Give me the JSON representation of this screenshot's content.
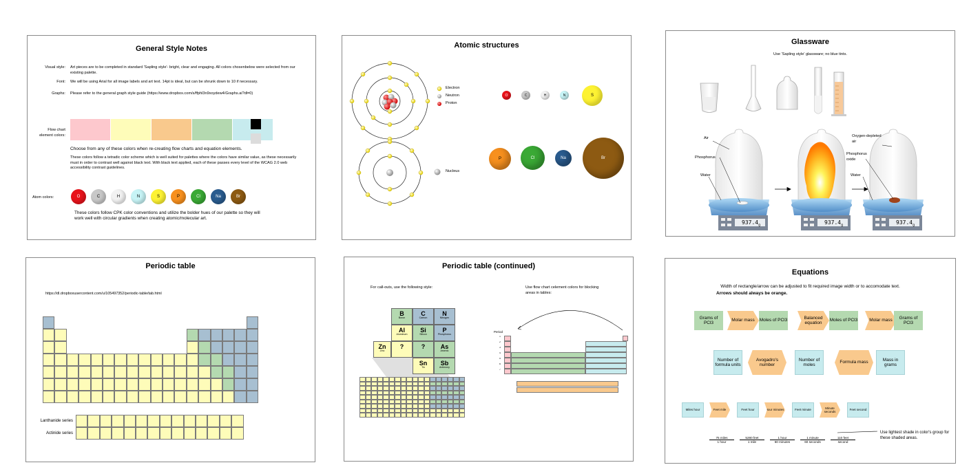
{
  "panels": {
    "style_notes": {
      "title": "General Style Notes",
      "visual_label": "Visual style:",
      "visual_text": "Art pieces are to be completed in standard 'Sapling style'- bright, clear and engaging. All colors chosenbelow were selected from our existing palette.",
      "font_label": "Font:",
      "font_text": "We will be using Arial for all image labels and art text. 14pt is ideal, but can be shrunk down to 10 if necessary.",
      "graphs_label": "Graphs:",
      "graphs_text": "Please refer to the general graph style guide (https://www.dropbox.com/s/ffphl3n9xoydew4/Graphs.ai?dl=0)",
      "flow_label": "Flow chart element colors:",
      "flow_colors": [
        "#fdc8cd",
        "#fefcb9",
        "#f9c98d",
        "#b4d9b0",
        "#c7ebee"
      ],
      "choose_text": "Choose from any of these colors when re-creating flow charts and equation elements.",
      "tetradic_text": "These colors follow a tetradic color scheme which is well suited for palettes where the colors have similar value, as these necessarily must in order to contrast well against black text. With black text applied, each of these passes every level of the WCAG 2.0 web accessibility contrast guidelines.",
      "atom_label": "Atom colors:",
      "atoms": [
        {
          "sym": "O",
          "color": "#e8131b",
          "txt": "#ffffff"
        },
        {
          "sym": "C",
          "color": "#c8c8c8",
          "txt": "#000000"
        },
        {
          "sym": "H",
          "color": "#f2f2f2",
          "txt": "#000000"
        },
        {
          "sym": "N",
          "color": "#c7f4f6",
          "txt": "#000000"
        },
        {
          "sym": "S",
          "color": "#fdf233",
          "txt": "#000000"
        },
        {
          "sym": "P",
          "color": "#f7901e",
          "txt": "#000000"
        },
        {
          "sym": "Cl",
          "color": "#3aa935",
          "txt": "#ffffff"
        },
        {
          "sym": "Na",
          "color": "#2a5c8f",
          "txt": "#ffffff"
        },
        {
          "sym": "Br",
          "color": "#8d5a12",
          "txt": "#ffffff"
        }
      ],
      "cpk_text": "These colors follow CPK color conventions and utilize the bolder hues of our palette so they will work well with circular gradients when creating atomic/molecular art."
    },
    "atomic": {
      "title": "Atomic structures",
      "legend": [
        "Electron",
        "Neutron",
        "Proton"
      ],
      "nucleus_label": "Nucleus",
      "small_atoms": [
        "O",
        "C",
        "H",
        "N"
      ],
      "s_atom": "S",
      "big_atoms": [
        "P",
        "Cl",
        "Na",
        "Br"
      ]
    },
    "glassware": {
      "title": "Glassware",
      "note": "Use 'Sapling style' glassware; no blue tints.",
      "label_air": "Air",
      "label_phosphorus": "Phosphorus",
      "label_water_left": "Water",
      "label_oxygen": "Oxygen-depleted air",
      "label_oxide": "Phosphorus oxide",
      "label_water_right": "Water",
      "scale_reading": "937.4",
      "scale_unit": "g"
    },
    "periodic": {
      "title": "Periodic table",
      "url": "https://dl.dropboxusercontent.com/u/105497352/periodic-table/tab.html",
      "lanthanide": "Lanthanide series",
      "actinide": "Actinide series"
    },
    "periodic2": {
      "title": "Periodic table (continued)",
      "callout_note": "For call-outs, use the following style:",
      "blocking_note": "Use flow chart celement colors for blocking areas in tables:",
      "callout_cells": [
        {
          "sym": "B",
          "name": "Boron",
          "color": "#b4d9b0"
        },
        {
          "sym": "C",
          "name": "Carbon",
          "color": "#a7bfd1"
        },
        {
          "sym": "N",
          "name": "Nitrogen",
          "color": "#a7bfd1"
        },
        {
          "sym": "Al",
          "name": "Aluminum",
          "color": "#fefcb9"
        },
        {
          "sym": "Si",
          "name": "Silicon",
          "color": "#b4d9b0"
        },
        {
          "sym": "P",
          "name": "Phosphorus",
          "color": "#a7bfd1"
        },
        {
          "sym": "Zn",
          "name": "Zinc",
          "color": "#fefcb9"
        },
        {
          "sym": "?",
          "name": "",
          "color": "#fefcb9"
        },
        {
          "sym": "?",
          "name": "",
          "color": "#b4d9b0"
        },
        {
          "sym": "As",
          "name": "Arsenic",
          "color": "#b4d9b0"
        },
        {
          "sym": "Sn",
          "name": "Tin",
          "color": "#fefcb9"
        },
        {
          "sym": "Sb",
          "name": "Antimony",
          "color": "#b4d9b0"
        }
      ],
      "period_label": "Period"
    },
    "equations": {
      "title": "Equations",
      "note1": "Width of rectangle/arrow can be adjusted to fit required image width or to accomodate text.",
      "note2": "Arrows should always be orange.",
      "row1": [
        "Grams of PCl3",
        "Molar mass",
        "Moles of PCl3",
        "Balanced equation",
        "Moles of PCl3",
        "Molar mass",
        "Grams of PCl3"
      ],
      "row2": [
        "Number of formula units",
        "Avogadro's number",
        "Number of moles",
        "Formula mass",
        "Mass in grams"
      ],
      "row3": [
        "Miles hour",
        "Feet mile",
        "Feet hour",
        "Hour minutes",
        "Feet minute",
        "Minute seconds",
        "Feet second"
      ],
      "shade_note": "Use lightest shade in color's group for these shaded areas.",
      "fractions": [
        {
          "num": "75 miles",
          "den": "1 hour"
        },
        {
          "num": "5280 feet",
          "den": "1 mile"
        },
        {
          "num": "1 hour",
          "den": "60 minutes"
        },
        {
          "num": "1 minute",
          "den": "60 seconds"
        },
        {
          "num": "110 feet",
          "den": "second"
        }
      ]
    }
  }
}
